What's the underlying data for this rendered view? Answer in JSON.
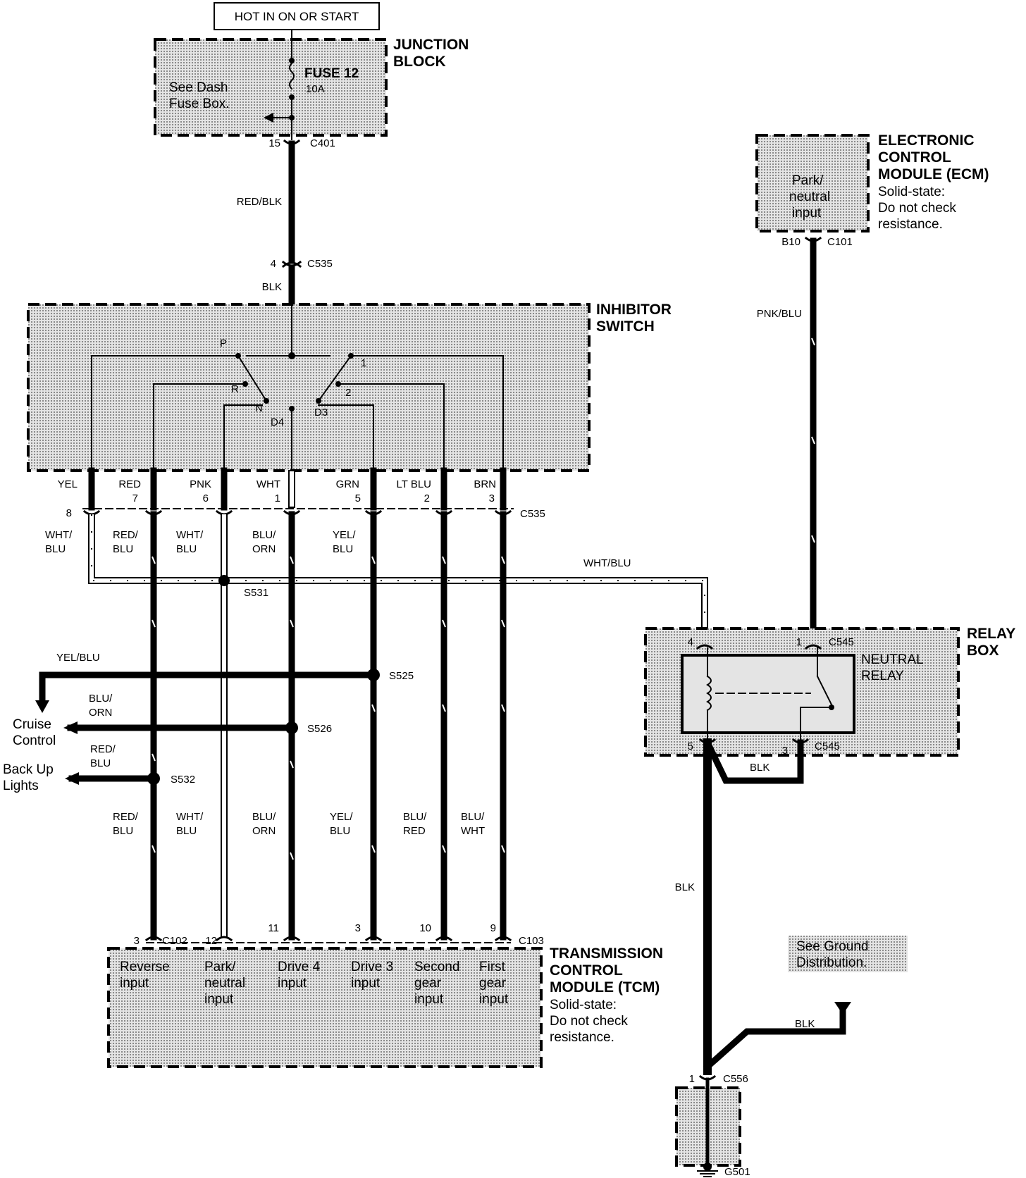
{
  "power": {
    "label": "HOT IN ON OR START"
  },
  "junction_block": {
    "title1": "JUNCTION",
    "title2": "BLOCK",
    "fuse": "FUSE 12",
    "amps": "10A",
    "note1": "See Dash",
    "note2": "Fuse Box."
  },
  "c401": {
    "pin": "15",
    "name": "C401"
  },
  "wire_red_blk": "RED/BLK",
  "c535_top": {
    "pin": "4",
    "name": "C535"
  },
  "wire_blk_top": "BLK",
  "inhibitor": {
    "title1": "INHIBITOR",
    "title2": "SWITCH",
    "positions": [
      "P",
      "R",
      "N",
      "D4",
      "D3",
      "2",
      "1"
    ]
  },
  "switch_wires": [
    {
      "color": "YEL",
      "pin": "8"
    },
    {
      "color": "RED",
      "pin": "7"
    },
    {
      "color": "PNK",
      "pin": "6"
    },
    {
      "color": "WHT",
      "pin": "1"
    },
    {
      "color": "GRN",
      "pin": "5"
    },
    {
      "color": "LT BLU",
      "pin": "2"
    },
    {
      "color": "BRN",
      "pin": "3"
    }
  ],
  "c535_bottom": "C535",
  "harness_upper": [
    {
      "l1": "WHT/",
      "l2": "BLU"
    },
    {
      "l1": "RED/",
      "l2": "BLU"
    },
    {
      "l1": "WHT/",
      "l2": "BLU"
    },
    {
      "l1": "BLU/",
      "l2": "ORN"
    },
    {
      "l1": "YEL/",
      "l2": "BLU"
    }
  ],
  "wht_blu_run": "WHT/BLU",
  "splices": {
    "s531": "S531",
    "s525": "S525",
    "s526": "S526",
    "s532": "S532"
  },
  "branches": {
    "yel_blu": "YEL/BLU",
    "blu_orn1": "BLU/",
    "blu_orn2": "ORN",
    "cruise1": "Cruise",
    "cruise2": "Control",
    "red_blu1": "RED/",
    "red_blu2": "BLU",
    "backup1": "Back Up",
    "backup2": "Lights"
  },
  "harness_lower": [
    {
      "l1": "RED/",
      "l2": "BLU"
    },
    {
      "l1": "WHT/",
      "l2": "BLU"
    },
    {
      "l1": "BLU/",
      "l2": "ORN"
    },
    {
      "l1": "YEL/",
      "l2": "BLU"
    },
    {
      "l1": "BLU/",
      "l2": "RED"
    },
    {
      "l1": "BLU/",
      "l2": "WHT"
    }
  ],
  "tcm_connector": {
    "left": "C102",
    "right": "C103",
    "pins": [
      "3",
      "12",
      "11",
      "3",
      "10",
      "9"
    ]
  },
  "tcm": {
    "title1": "TRANSMISSION",
    "title2": "CONTROL",
    "title3": "MODULE (TCM)",
    "note1": "Solid-state:",
    "note2": "Do not check",
    "note3": "resistance.",
    "inputs": [
      {
        "l1": "Reverse",
        "l2": "input",
        "l3": ""
      },
      {
        "l1": "Park/",
        "l2": "neutral",
        "l3": "input"
      },
      {
        "l1": "Drive 4",
        "l2": "input",
        "l3": ""
      },
      {
        "l1": "Drive 3",
        "l2": "input",
        "l3": ""
      },
      {
        "l1": "Second",
        "l2": "gear",
        "l3": "input"
      },
      {
        "l1": "First",
        "l2": "gear",
        "l3": "input"
      }
    ]
  },
  "ecm": {
    "title1": "ELECTRONIC",
    "title2": "CONTROL",
    "title3": "MODULE (ECM)",
    "note1": "Solid-state:",
    "note2": "Do not check",
    "note3": "resistance.",
    "in1": "Park/",
    "in2": "neutral",
    "in3": "input",
    "pin": "B10",
    "conn": "C101"
  },
  "wire_pnk_blu": "PNK/BLU",
  "relay_box": {
    "title1": "RELAY",
    "title2": "BOX",
    "relay1": "NEUTRAL",
    "relay2": "RELAY",
    "pin4": "4",
    "pin1": "1",
    "conn_top": "C545",
    "pin5": "5",
    "pin3": "3",
    "conn_bottom": "C545"
  },
  "wire_blk_relay": "BLK",
  "wire_blk_main": "BLK",
  "wire_blk_ground": "BLK",
  "ground_note": {
    "l1": "See Ground",
    "l2": "Distribution."
  },
  "c556": {
    "pin": "1",
    "name": "C556"
  },
  "g501": "G501"
}
